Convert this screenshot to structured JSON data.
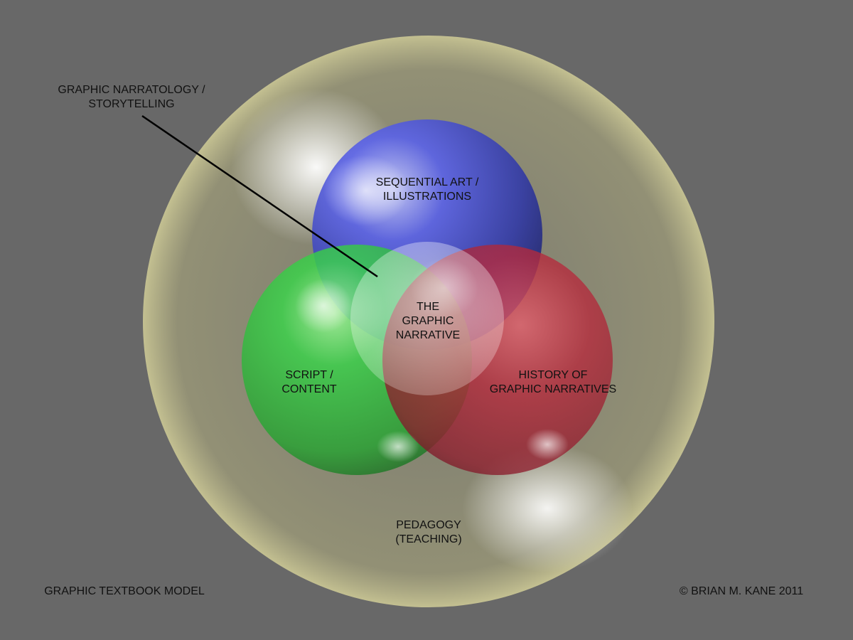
{
  "diagram": {
    "pedagogy_label": [
      "PEDAGOGY",
      "(TEACHING)"
    ],
    "sequential_label": [
      "SEQUENTIAL ART /",
      "ILLUSTRATIONS"
    ],
    "script_label": [
      "SCRIPT /",
      "CONTENT"
    ],
    "history_label": [
      "HISTORY OF",
      "GRAPHIC NARRATIVES"
    ],
    "center_label": [
      "THE",
      "GRAPHIC",
      "NARRATIVE"
    ],
    "narratology_label": [
      "GRAPHIC NARRATOLOGY /",
      "STORYTELLING"
    ],
    "model_caption": "GRAPHIC TEXTBOOK MODEL",
    "copyright": "© BRIAN M. KANE 2011"
  },
  "colors": {
    "background": "#686868",
    "pedagogy": "#c8c48e",
    "sequential": "#2f35c8",
    "script": "#2ec43a",
    "history": "#b8283a",
    "center": "#e8f0e0",
    "text": "#111111"
  }
}
